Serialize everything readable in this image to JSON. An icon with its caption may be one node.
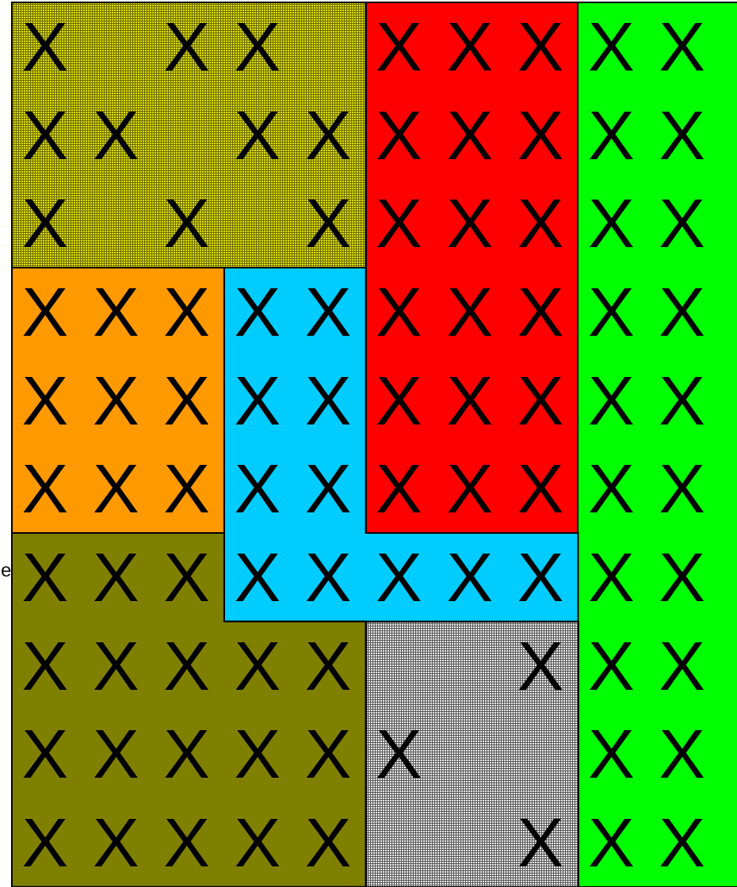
{
  "diagram": {
    "nodes": [
      {
        "text": [
          "X",
          "X",
          "X",
          "X",
          "X",
          "X",
          "X",
          "X",
          "X",
          "X"
        ]
      },
      {
        "text": [
          "X",
          "X",
          "X",
          "X",
          "X",
          "X",
          "X",
          "X",
          "X",
          "X",
          "X",
          "X",
          "X",
          "X",
          "X",
          "X",
          "X",
          "X"
        ]
      },
      {
        "text": [
          "X",
          "X",
          "X",
          "X",
          "X",
          "X",
          "X",
          "X",
          "X",
          "X",
          "X",
          "X",
          "X",
          "X",
          "X",
          "X",
          "X",
          "X",
          "X",
          "X"
        ]
      },
      {
        "text": [
          "X",
          "X",
          "X",
          "X",
          "X",
          "X",
          "X",
          "X",
          "X"
        ]
      },
      {
        "text": [
          "X",
          "X",
          "X",
          "X",
          "X",
          "X",
          "X",
          "X",
          "X",
          "X",
          "X"
        ]
      },
      {
        "text": [
          "X",
          "X",
          "X",
          "X",
          "X",
          "X",
          "X",
          "X",
          "X",
          "X",
          "X",
          "X",
          "X",
          "X",
          "X",
          "X",
          "X",
          "X"
        ]
      },
      {
        "text": [
          "X",
          "X",
          "X"
        ]
      }
    ],
    "labels": [
      "e"
    ]
  }
}
